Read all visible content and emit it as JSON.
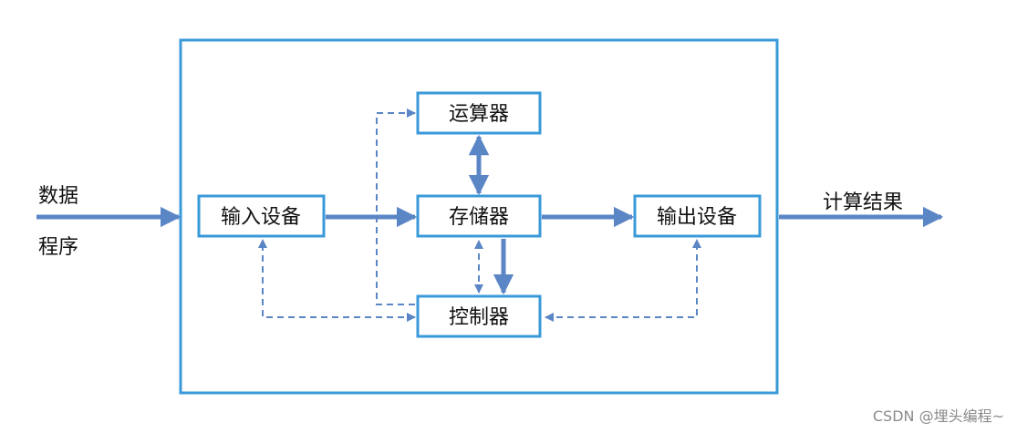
{
  "labels": {
    "input_data": "数据",
    "input_program": "程序",
    "output_result": "计算结果"
  },
  "nodes": {
    "alu": "运算器",
    "input_device": "输入设备",
    "memory": "存储器",
    "output_device": "输出设备",
    "controller": "控制器"
  },
  "watermark": "CSDN @埋头编程~",
  "colors": {
    "box_border": "#3a9ad9",
    "arrow": "#5b86c5",
    "text": "#111111"
  }
}
